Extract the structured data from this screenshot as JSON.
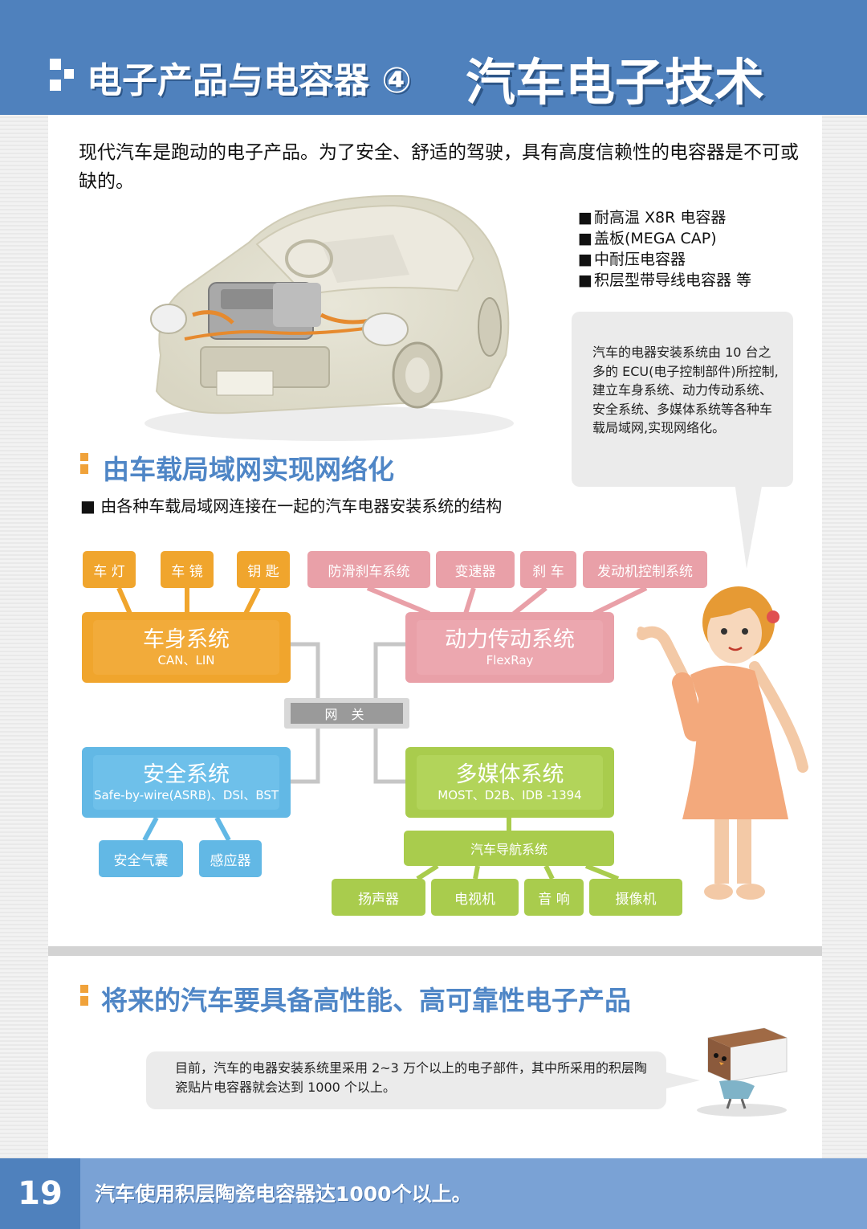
{
  "header": {
    "series": "电子产品与电容器 ④",
    "title": "汽车电子技术"
  },
  "intro": "现代汽车是跑动的电子产品。为了安全、舒适的驾驶，具有高度信赖性的电容器是不可或缺的。",
  "products": [
    "耐高温 X8R 电容器",
    "盖板(MEGA CAP)",
    "中耐压电容器",
    "积层型带导线电容器 等"
  ],
  "bubble_text": "汽车的电器安装系统由 10 台之多的 ECU(电子控制部件)所控制,建立车身系统、动力传动系统、安全系统、多媒体系统等各种车载局域网,实现网络化。",
  "section1": {
    "title": "由车载局域网实现网络化",
    "subtitle": "■ 由各种车载局域网连接在一起的汽车电器安装系统的结构"
  },
  "diagram": {
    "body": {
      "name": "车身系统",
      "protocol": "CAN、LIN",
      "items": [
        "车 灯",
        "车 镜",
        "钥 匙"
      ]
    },
    "powertrain": {
      "name": "动力传动系统",
      "protocol": "FlexRay",
      "items": [
        "防滑刹车系统",
        "变速器",
        "刹 车",
        "发动机控制系统"
      ]
    },
    "gateway": "网 关",
    "safety": {
      "name": "安全系统",
      "protocol": "Safe-by-wire(ASRB)、DSI、BST",
      "items": [
        "安全气囊",
        "感应器"
      ]
    },
    "multimedia": {
      "name": "多媒体系统",
      "protocol": "MOST、D2B、IDB -1394",
      "navigation": "汽车导航系统",
      "items": [
        "扬声器",
        "电视机",
        "音 响",
        "摄像机"
      ]
    }
  },
  "section2": {
    "title": "将来的汽车要具备高性能、高可靠性电子产品",
    "bubble_text": "目前，汽车的电器安装系统里采用 2~3 万个以上的电子部件，其中所采用的积层陶瓷贴片电容器就会达到 1000 个以上。"
  },
  "footer": {
    "page_number": "19",
    "text": "汽车使用积层陶瓷电容器达1000个以上。"
  },
  "colors": {
    "header": "#4f81bd",
    "body_system": "#f0a52d",
    "powertrain_system": "#e9a0a8",
    "safety_system": "#62b8e5",
    "multimedia_system": "#a9cc4d",
    "section_title": "#4f86c6"
  }
}
